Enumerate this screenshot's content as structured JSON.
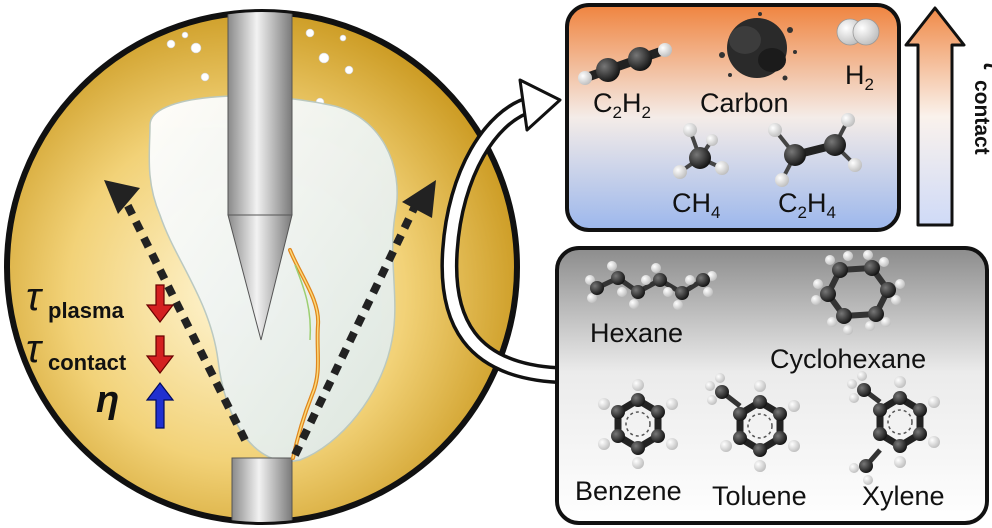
{
  "reactor_labels": {
    "tau_symbol": "τ",
    "plasma_sub": "plasma",
    "contact_sub": "contact",
    "eta_symbol": "η"
  },
  "products_panel": {
    "c2h2": {
      "base": "C",
      "sub1": "2",
      "mid": "H",
      "sub2": "2"
    },
    "carbon": "Carbon",
    "h2": {
      "base": "H",
      "sub": "2"
    },
    "ch4": {
      "base": "CH",
      "sub": "4"
    },
    "c2h4": {
      "base": "C",
      "sub1": "2",
      "mid": "H",
      "sub2": "4"
    }
  },
  "tau_axis": {
    "symbol": "τ",
    "sub": "contact"
  },
  "feedstocks_panel": {
    "hexane": "Hexane",
    "cyclohexane": "Cyclohexane",
    "benzene": "Benzene",
    "toluene": "Toluene",
    "xylene": "Xylene"
  },
  "colors": {
    "reactor_gold": "#e2b437",
    "products_top": "#f0843f",
    "products_bottom": "#9cb7ec",
    "feedstock_panel": "#9a9a9a",
    "arrow_down": "#d42020",
    "arrow_up": "#2030d0"
  }
}
